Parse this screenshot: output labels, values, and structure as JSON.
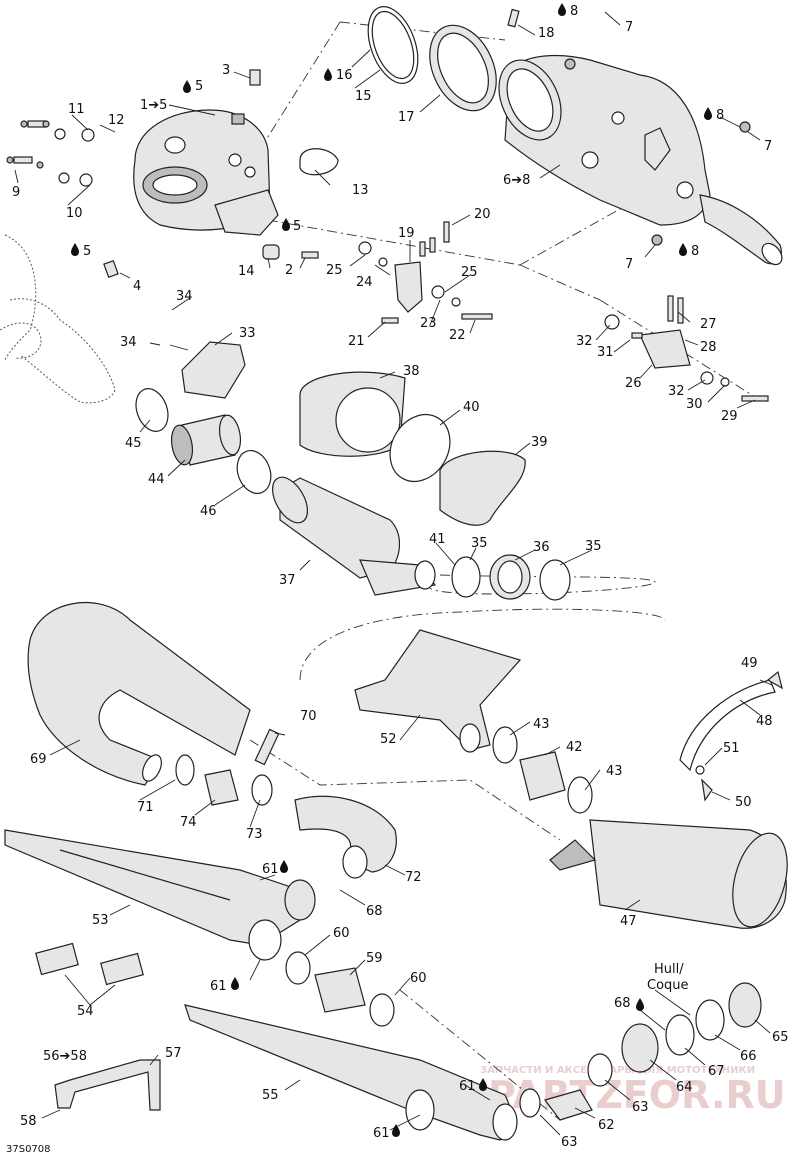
{
  "diagram": {
    "code": "37S0708",
    "hull_label_line1": "Hull/",
    "hull_label_line2": "Coque",
    "watermark_top": "ЗАПЧАСТИ И АКСЕССУАРЫ ДЛЯ МОТОТЕХНИКИ",
    "watermark_main": "PARTZFOR.RU",
    "labels": [
      {
        "id": "c1",
        "text": "1➔5"
      },
      {
        "id": "c2",
        "text": "2"
      },
      {
        "id": "c3",
        "text": "3"
      },
      {
        "id": "c4",
        "text": "4"
      },
      {
        "id": "c5a",
        "text": "5"
      },
      {
        "id": "c5b",
        "text": "5"
      },
      {
        "id": "c5c",
        "text": "5"
      },
      {
        "id": "c6",
        "text": "6➔8"
      },
      {
        "id": "c7a",
        "text": "7"
      },
      {
        "id": "c7b",
        "text": "7"
      },
      {
        "id": "c7c",
        "text": "7"
      },
      {
        "id": "c8a",
        "text": "8"
      },
      {
        "id": "c8b",
        "text": "8"
      },
      {
        "id": "c8c",
        "text": "8"
      },
      {
        "id": "c9",
        "text": "9"
      },
      {
        "id": "c10",
        "text": "10"
      },
      {
        "id": "c11",
        "text": "11"
      },
      {
        "id": "c12",
        "text": "12"
      },
      {
        "id": "c13",
        "text": "13"
      },
      {
        "id": "c14",
        "text": "14"
      },
      {
        "id": "c15",
        "text": "15"
      },
      {
        "id": "c16",
        "text": "16"
      },
      {
        "id": "c17",
        "text": "17"
      },
      {
        "id": "c18",
        "text": "18"
      },
      {
        "id": "c19",
        "text": "19"
      },
      {
        "id": "c20",
        "text": "20"
      },
      {
        "id": "c21",
        "text": "21"
      },
      {
        "id": "c22",
        "text": "22"
      },
      {
        "id": "c23",
        "text": "23"
      },
      {
        "id": "c24",
        "text": "24"
      },
      {
        "id": "c25a",
        "text": "25"
      },
      {
        "id": "c25b",
        "text": "25"
      },
      {
        "id": "c26",
        "text": "26"
      },
      {
        "id": "c27",
        "text": "27"
      },
      {
        "id": "c28",
        "text": "28"
      },
      {
        "id": "c29",
        "text": "29"
      },
      {
        "id": "c30",
        "text": "30"
      },
      {
        "id": "c31",
        "text": "31"
      },
      {
        "id": "c32a",
        "text": "32"
      },
      {
        "id": "c32b",
        "text": "32"
      },
      {
        "id": "c33",
        "text": "33"
      },
      {
        "id": "c34a",
        "text": "34"
      },
      {
        "id": "c34b",
        "text": "34"
      },
      {
        "id": "c35a",
        "text": "35"
      },
      {
        "id": "c35b",
        "text": "35"
      },
      {
        "id": "c36",
        "text": "36"
      },
      {
        "id": "c37",
        "text": "37"
      },
      {
        "id": "c38",
        "text": "38"
      },
      {
        "id": "c39",
        "text": "39"
      },
      {
        "id": "c40",
        "text": "40"
      },
      {
        "id": "c41",
        "text": "41"
      },
      {
        "id": "c42",
        "text": "42"
      },
      {
        "id": "c43a",
        "text": "43"
      },
      {
        "id": "c43b",
        "text": "43"
      },
      {
        "id": "c44",
        "text": "44"
      },
      {
        "id": "c45",
        "text": "45"
      },
      {
        "id": "c46",
        "text": "46"
      },
      {
        "id": "c47",
        "text": "47"
      },
      {
        "id": "c48",
        "text": "48"
      },
      {
        "id": "c49",
        "text": "49"
      },
      {
        "id": "c50",
        "text": "50"
      },
      {
        "id": "c51",
        "text": "51"
      },
      {
        "id": "c52",
        "text": "52"
      },
      {
        "id": "c53",
        "text": "53"
      },
      {
        "id": "c54",
        "text": "54"
      },
      {
        "id": "c55",
        "text": "55"
      },
      {
        "id": "c56",
        "text": "56➔58"
      },
      {
        "id": "c57",
        "text": "57"
      },
      {
        "id": "c58",
        "text": "58"
      },
      {
        "id": "c59",
        "text": "59"
      },
      {
        "id": "c60a",
        "text": "60"
      },
      {
        "id": "c60b",
        "text": "60"
      },
      {
        "id": "c61a",
        "text": "61"
      },
      {
        "id": "c61b",
        "text": "61"
      },
      {
        "id": "c61c",
        "text": "61"
      },
      {
        "id": "c61d",
        "text": "61"
      },
      {
        "id": "c62",
        "text": "62"
      },
      {
        "id": "c63a",
        "text": "63"
      },
      {
        "id": "c63b",
        "text": "63"
      },
      {
        "id": "c64",
        "text": "64"
      },
      {
        "id": "c65",
        "text": "65"
      },
      {
        "id": "c66",
        "text": "66"
      },
      {
        "id": "c67",
        "text": "67"
      },
      {
        "id": "c68a",
        "text": "68"
      },
      {
        "id": "c68b",
        "text": "68"
      },
      {
        "id": "c69",
        "text": "69"
      },
      {
        "id": "c70",
        "text": "70"
      },
      {
        "id": "c71",
        "text": "71"
      },
      {
        "id": "c72",
        "text": "72"
      },
      {
        "id": "c73",
        "text": "73"
      },
      {
        "id": "c74",
        "text": "74"
      }
    ]
  }
}
